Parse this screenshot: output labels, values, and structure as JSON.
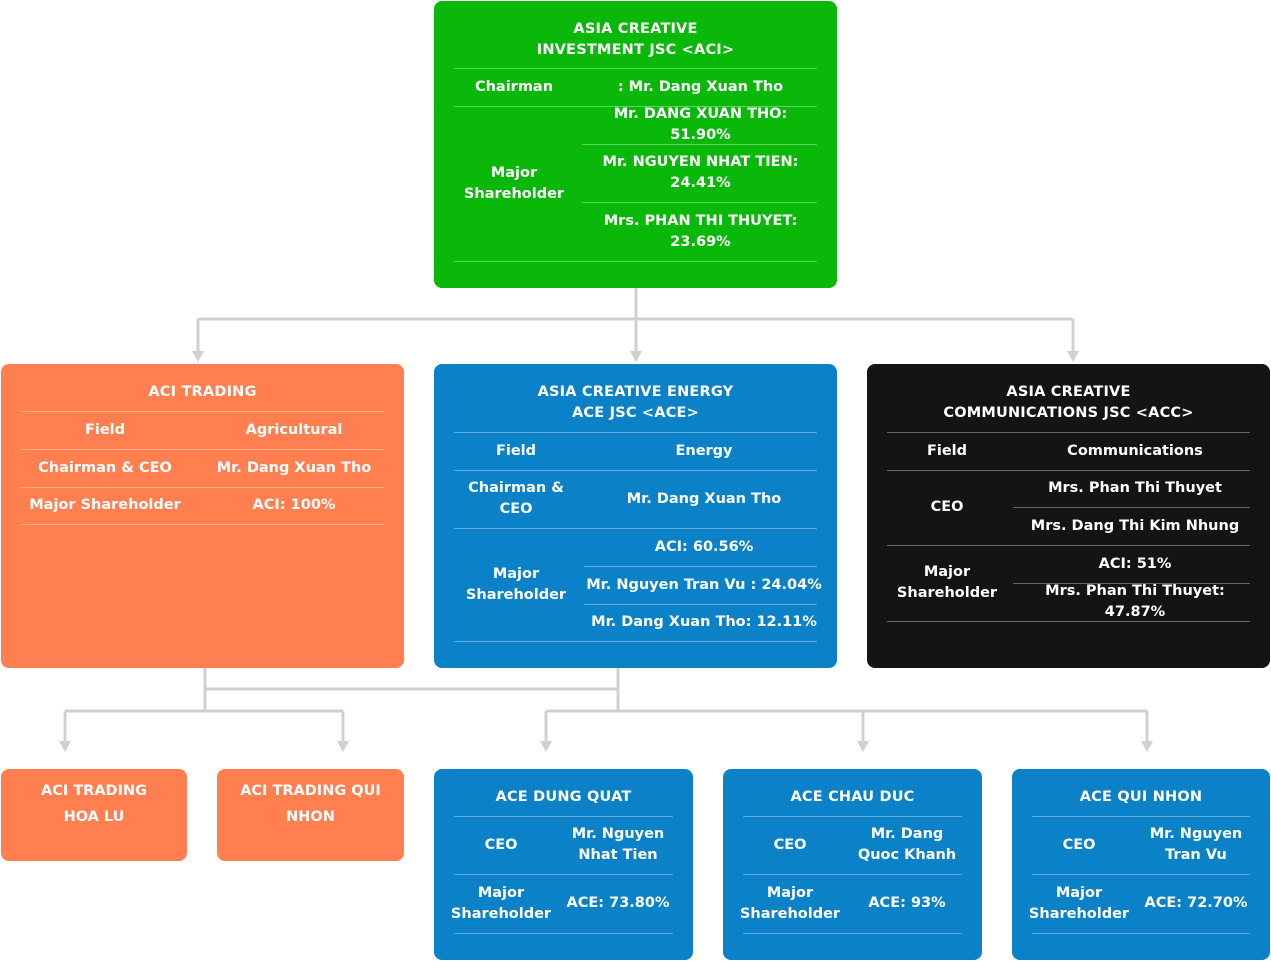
{
  "aci": {
    "title_line1": "ASIA CREATIVE",
    "title_line2": "INVESTMENT JSC <ACI>",
    "chairman_label": "Chairman",
    "chairman_value": ": Mr. Dang Xuan Tho",
    "shareholder_label_1": "Major",
    "shareholder_label_2": "Shareholder",
    "shareholder_1": "Mr. DANG XUAN THO: 51.90%",
    "shareholder_2a": "Mr. NGUYEN NHAT TIEN:",
    "shareholder_2b": "24.41%",
    "shareholder_3a": "Mrs. PHAN THI THUYET:",
    "shareholder_3b": "23.69%"
  },
  "trading": {
    "title": "ACI TRADING",
    "field_label": "Field",
    "field_value": "Agricultural",
    "chair_label": "Chairman & CEO",
    "chair_value": "Mr. Dang Xuan Tho",
    "share_label": "Major Shareholder",
    "share_value": "ACI: 100%"
  },
  "energy": {
    "title_line1": "ASIA CREATIVE ENERGY",
    "title_line2": "ACE JSC <ACE>",
    "field_label": "Field",
    "field_value": "Energy",
    "chair_label_1": "Chairman &",
    "chair_label_2": "CEO",
    "chair_value": "Mr. Dang Xuan Tho",
    "share_label_1": "Major",
    "share_label_2": "Shareholder",
    "share_1": "ACI: 60.56%",
    "share_2": "Mr. Nguyen Tran Vu : 24.04%",
    "share_3": "Mr. Dang Xuan Tho: 12.11%"
  },
  "comms": {
    "title_line1": "ASIA CREATIVE",
    "title_line2": "COMMUNICATIONS JSC <ACC>",
    "field_label": "Field",
    "field_value": "Communications",
    "ceo_label": "CEO",
    "ceo_1": "Mrs. Phan Thi Thuyet",
    "ceo_2": "Mrs. Dang Thi Kim Nhung",
    "share_label_1": "Major",
    "share_label_2": "Shareholder",
    "share_1": "ACI: 51%",
    "share_2": "Mrs. Phan Thi Thuyet: 47.87%"
  },
  "hoalu": {
    "line1": "ACI TRADING",
    "line2": "HOA LU"
  },
  "quinhon_trading": {
    "line1": "ACI TRADING QUI",
    "line2": "NHON"
  },
  "dungquat": {
    "title": "ACE DUNG QUAT",
    "ceo_label": "CEO",
    "ceo_1": "Mr. Nguyen",
    "ceo_2": "Nhat Tien",
    "share_label_1": "Major",
    "share_label_2": "Shareholder",
    "share_value": "ACE: 73.80%"
  },
  "chauduc": {
    "title": "ACE CHAU DUC",
    "ceo_label": "CEO",
    "ceo_1": "Mr. Dang",
    "ceo_2": "Quoc Khanh",
    "share_label_1": "Major",
    "share_label_2": "Shareholder",
    "share_value": "ACE: 93%"
  },
  "quinhon": {
    "title": "ACE QUI NHON",
    "ceo_label": "CEO",
    "ceo_1": "Mr. Nguyen",
    "ceo_2": "Tran Vu",
    "share_label_1": "Major",
    "share_label_2": "Shareholder",
    "share_value": "ACE: 72.70%"
  },
  "colors": {
    "green": "#0ab80a",
    "orange": "#ff7f50",
    "blue": "#0b82c8",
    "black": "#141414",
    "connector": "#d0d0d0"
  }
}
